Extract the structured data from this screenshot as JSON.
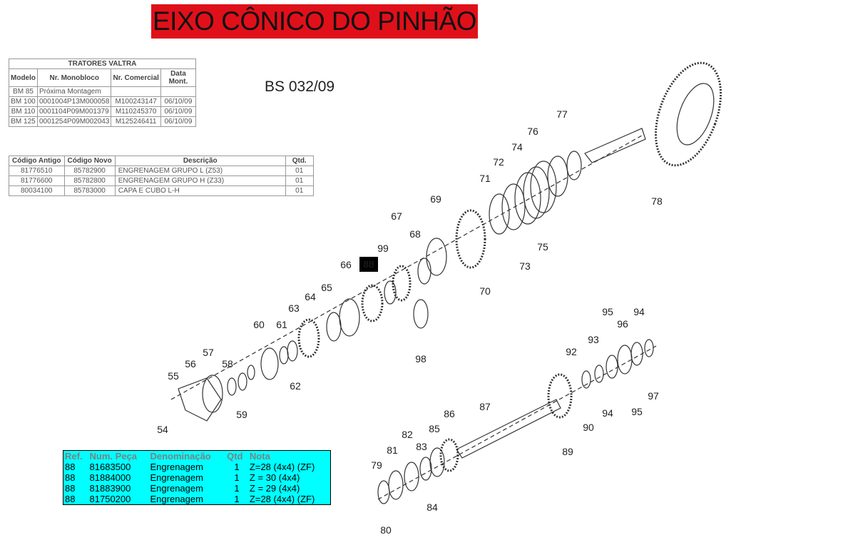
{
  "title": "EIXO CÔNICO DO PINHÃO",
  "bulletin": "BS 032/09",
  "tractors_table": {
    "caption": "TRATORES VALTRA",
    "headers": [
      "Modelo",
      "Nr. Monobloco",
      "Nr. Comercial",
      "Data Mont."
    ],
    "rows": [
      [
        "BM 85",
        "Próxima Montagem",
        "",
        ""
      ],
      [
        "BM 100",
        "0001004P13M000058",
        "M100243147",
        "06/10/09"
      ],
      [
        "BM 110",
        "0001104P09M001379",
        "M110245370",
        "06/10/09"
      ],
      [
        "BM 125",
        "0001254P09M002043",
        "M125246411",
        "06/10/09"
      ]
    ]
  },
  "codes_table": {
    "headers": [
      "Código Antigo",
      "Código Novo",
      "Descrição",
      "Qtd."
    ],
    "rows": [
      [
        "81776510",
        "85782900",
        "ENGRENAGEM GRUPO L (Z53)",
        "01"
      ],
      [
        "81776600",
        "85782800",
        "ENGRENAGEM GRUPO H (Z33)",
        "01"
      ],
      [
        "80034100",
        "85783000",
        "CAPA E CUBO L-H",
        "01"
      ]
    ]
  },
  "parts_table": {
    "headers": [
      "Ref.",
      "Num. Peça",
      "Denominação",
      "Qtd",
      "Nota"
    ],
    "rows": [
      [
        "88",
        "81683500",
        "Engrenagem",
        "1",
        "Z=28 (4x4)  (ZF)"
      ],
      [
        "88",
        "81884000",
        "Engrenagem",
        "1",
        "Z = 30 (4x4)"
      ],
      [
        "88",
        "81883900",
        "Engrenagem",
        "1",
        "Z = 29 (4x4)"
      ],
      [
        "88",
        "81750200",
        "Engrenagem",
        "1",
        "Z=28 (4x4) (ZF)"
      ]
    ]
  },
  "callouts": [
    "54",
    "55",
    "56",
    "57",
    "58",
    "59",
    "60",
    "61",
    "62",
    "63",
    "64",
    "65",
    "66",
    "88",
    "99",
    "67",
    "68",
    "69",
    "70",
    "71",
    "72",
    "73",
    "74",
    "75",
    "76",
    "77",
    "78",
    "98",
    "79",
    "80",
    "81",
    "82",
    "83",
    "84",
    "85",
    "86",
    "87",
    "89",
    "90",
    "92",
    "93",
    "94",
    "95",
    "96",
    "94",
    "95",
    "97"
  ],
  "highlighted_callout": "88"
}
